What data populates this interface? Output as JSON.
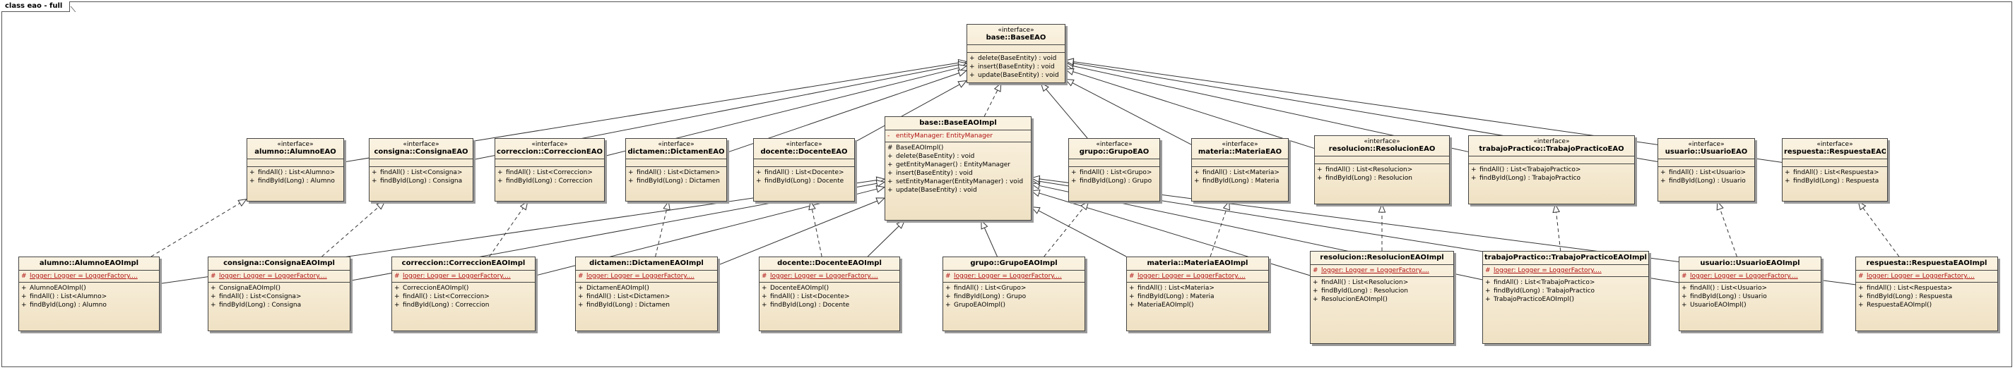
{
  "frame": {
    "label": "class eao - full"
  },
  "classes": [
    {
      "id": "baseEAO",
      "stereotype": "«interface»",
      "name": "base::BaseEAO",
      "attributes": [],
      "operations": [
        {
          "vis": "+",
          "text": "delete(BaseEntity) : void"
        },
        {
          "vis": "+",
          "text": "insert(BaseEntity) : void"
        },
        {
          "vis": "+",
          "text": "update(BaseEntity) : void"
        }
      ]
    },
    {
      "id": "baseImpl",
      "stereotype": "",
      "name": "base::BaseEAOImpl",
      "attributes": [
        {
          "vis": "-",
          "text": "entityManager:  EntityManager",
          "underline": false
        }
      ],
      "operations": [
        {
          "vis": "#",
          "text": "BaseEAOImpl()"
        },
        {
          "vis": "+",
          "text": "delete(BaseEntity) : void"
        },
        {
          "vis": "+",
          "text": "getEntityManager() : EntityManager"
        },
        {
          "vis": "+",
          "text": "insert(BaseEntity) : void"
        },
        {
          "vis": "+",
          "text": "setEntityManager(EntityManager) : void"
        },
        {
          "vis": "+",
          "text": "update(BaseEntity) : void"
        }
      ]
    },
    {
      "id": "alumnoEAO",
      "stereotype": "«interface»",
      "name": "alumno::AlumnoEAO",
      "attributes": [],
      "operations": [
        {
          "vis": "+",
          "text": "findAll() : List<Alumno>"
        },
        {
          "vis": "+",
          "text": "findById(Long) : Alumno"
        }
      ]
    },
    {
      "id": "consignaEAO",
      "stereotype": "«interface»",
      "name": "consigna::ConsignaEAO",
      "attributes": [],
      "operations": [
        {
          "vis": "+",
          "text": "findAll() : List<Consigna>"
        },
        {
          "vis": "+",
          "text": "findById(Long) : Consigna"
        }
      ]
    },
    {
      "id": "correccionEAO",
      "stereotype": "«interface»",
      "name": "correccion::CorreccionEAO",
      "attributes": [],
      "operations": [
        {
          "vis": "+",
          "text": "findAll() : List<Correccion>"
        },
        {
          "vis": "+",
          "text": "findById(Long) : Correccion"
        }
      ]
    },
    {
      "id": "dictamenEAO",
      "stereotype": "«interface»",
      "name": "dictamen::DictamenEAO",
      "attributes": [],
      "operations": [
        {
          "vis": "+",
          "text": "findAll() : List<Dictamen>"
        },
        {
          "vis": "+",
          "text": "findById(Long) : Dictamen"
        }
      ]
    },
    {
      "id": "docenteEAO",
      "stereotype": "«interface»",
      "name": "docente::DocenteEAO",
      "attributes": [],
      "operations": [
        {
          "vis": "+",
          "text": "findAll() : List<Docente>"
        },
        {
          "vis": "+",
          "text": "findById(Long) : Docente"
        }
      ]
    },
    {
      "id": "grupoEAO",
      "stereotype": "«interface»",
      "name": "grupo::GrupoEAO",
      "attributes": [],
      "operations": [
        {
          "vis": "+",
          "text": "findAll() : List<Grupo>"
        },
        {
          "vis": "+",
          "text": "findById(Long) : Grupo"
        }
      ]
    },
    {
      "id": "materiaEAO",
      "stereotype": "«interface»",
      "name": "materia::MateriaEAO",
      "attributes": [],
      "operations": [
        {
          "vis": "+",
          "text": "findAll() : List<Materia>"
        },
        {
          "vis": "+",
          "text": "findById(Long) : Materia"
        }
      ]
    },
    {
      "id": "resolucionEAO",
      "stereotype": "«interface»",
      "name": "resolucion::ResolucionEAO",
      "attributes": [],
      "operations": [
        {
          "vis": "+",
          "text": "findAll() : List<Resolucion>"
        },
        {
          "vis": "+",
          "text": "findById(Long) : Resolucion"
        }
      ]
    },
    {
      "id": "tpEAO",
      "stereotype": "«interface»",
      "name": "trabajoPractico::TrabajoPracticoEAO",
      "attributes": [],
      "operations": [
        {
          "vis": "+",
          "text": "findAll() : List<TrabajoPractico>"
        },
        {
          "vis": "+",
          "text": "findById(Long) : TrabajoPractico"
        }
      ]
    },
    {
      "id": "usuarioEAO",
      "stereotype": "«interface»",
      "name": "usuario::UsuarioEAO",
      "attributes": [],
      "operations": [
        {
          "vis": "+",
          "text": "findAll() : List<Usuario>"
        },
        {
          "vis": "+",
          "text": "findById(Long) : Usuario"
        }
      ]
    },
    {
      "id": "respuestaEAO",
      "stereotype": "«interface»",
      "name": "respuesta::RespuestaEAO",
      "attributes": [],
      "operations": [
        {
          "vis": "+",
          "text": "findAll() : List<Respuesta>"
        },
        {
          "vis": "+",
          "text": "findById(Long) : Respuesta"
        }
      ]
    },
    {
      "id": "alumnoImpl",
      "stereotype": "",
      "name": "alumno::AlumnoEAOImpl",
      "attributes": [
        {
          "vis": "#",
          "text": "logger:  Logger = LoggerFactory....",
          "underline": true
        }
      ],
      "operations": [
        {
          "vis": "+",
          "text": "AlumnoEAOImpl()"
        },
        {
          "vis": "+",
          "text": "findAll() : List<Alumno>"
        },
        {
          "vis": "+",
          "text": "findById(Long) : Alumno"
        }
      ]
    },
    {
      "id": "consignaImpl",
      "stereotype": "",
      "name": "consigna::ConsignaEAOImpl",
      "attributes": [
        {
          "vis": "#",
          "text": "logger:  Logger = LoggerFactory....",
          "underline": true
        }
      ],
      "operations": [
        {
          "vis": "+",
          "text": "ConsignaEAOImpl()"
        },
        {
          "vis": "+",
          "text": "findAll() : List<Consigna>"
        },
        {
          "vis": "+",
          "text": "findById(Long) : Consigna"
        }
      ]
    },
    {
      "id": "correccionImpl",
      "stereotype": "",
      "name": "correccion::CorreccionEAOImpl",
      "attributes": [
        {
          "vis": "#",
          "text": "logger:  Logger = LoggerFactory....",
          "underline": true
        }
      ],
      "operations": [
        {
          "vis": "+",
          "text": "CorreccionEAOImpl()"
        },
        {
          "vis": "+",
          "text": "findAll() : List<Correccion>"
        },
        {
          "vis": "+",
          "text": "findById(Long) : Correccion"
        }
      ]
    },
    {
      "id": "dictamenImpl",
      "stereotype": "",
      "name": "dictamen::DictamenEAOImpl",
      "attributes": [
        {
          "vis": "#",
          "text": "logger:  Logger = LoggerFactory....",
          "underline": true
        }
      ],
      "operations": [
        {
          "vis": "+",
          "text": "DictamenEAOImpl()"
        },
        {
          "vis": "+",
          "text": "findAll() : List<Dictamen>"
        },
        {
          "vis": "+",
          "text": "findById(Long) : Dictamen"
        }
      ]
    },
    {
      "id": "docenteImpl",
      "stereotype": "",
      "name": "docente::DocenteEAOImpl",
      "attributes": [
        {
          "vis": "#",
          "text": "logger:  Logger = LoggerFactory....",
          "underline": true
        }
      ],
      "operations": [
        {
          "vis": "+",
          "text": "DocenteEAOImpl()"
        },
        {
          "vis": "+",
          "text": "findAll() : List<Docente>"
        },
        {
          "vis": "+",
          "text": "findById(Long) : Docente"
        }
      ]
    },
    {
      "id": "grupoImpl",
      "stereotype": "",
      "name": "grupo::GrupoEAOImpl",
      "attributes": [
        {
          "vis": "#",
          "text": "logger:  Logger = LoggerFactory....",
          "underline": true
        }
      ],
      "operations": [
        {
          "vis": "+",
          "text": "findAll() : List<Grupo>"
        },
        {
          "vis": "+",
          "text": "findById(Long) : Grupo"
        },
        {
          "vis": "+",
          "text": "GrupoEAOImpl()"
        }
      ]
    },
    {
      "id": "materiaImpl",
      "stereotype": "",
      "name": "materia::MateriaEAOImpl",
      "attributes": [
        {
          "vis": "#",
          "text": "logger:  Logger = LoggerFactory....",
          "underline": true
        }
      ],
      "operations": [
        {
          "vis": "+",
          "text": "findAll() : List<Materia>"
        },
        {
          "vis": "+",
          "text": "findById(Long) : Materia"
        },
        {
          "vis": "+",
          "text": "MateriaEAOImpl()"
        }
      ]
    },
    {
      "id": "resolucionImpl",
      "stereotype": "",
      "name": "resolucion::ResolucionEAOImpl",
      "attributes": [
        {
          "vis": "#",
          "text": "logger:  Logger = LoggerFactory....",
          "underline": true
        }
      ],
      "operations": [
        {
          "vis": "+",
          "text": "findAll() : List<Resolucion>"
        },
        {
          "vis": "+",
          "text": "findById(Long) : Resolucion"
        },
        {
          "vis": "+",
          "text": "ResolucionEAOImpl()"
        }
      ]
    },
    {
      "id": "tpImpl",
      "stereotype": "",
      "name": "trabajoPractico::TrabajoPracticoEAOImpl",
      "attributes": [
        {
          "vis": "#",
          "text": "logger:  Logger = LoggerFactory....",
          "underline": true
        }
      ],
      "operations": [
        {
          "vis": "+",
          "text": "findAll() : List<TrabajoPractico>"
        },
        {
          "vis": "+",
          "text": "findById(Long) : TrabajoPractico"
        },
        {
          "vis": "+",
          "text": "TrabajoPracticoEAOImpl()"
        }
      ]
    },
    {
      "id": "usuarioImpl",
      "stereotype": "",
      "name": "usuario::UsuarioEAOImpl",
      "attributes": [
        {
          "vis": "#",
          "text": "logger:  Logger = LoggerFactory....",
          "underline": true
        }
      ],
      "operations": [
        {
          "vis": "+",
          "text": "findAll() : List<Usuario>"
        },
        {
          "vis": "+",
          "text": "findById(Long) : Usuario"
        },
        {
          "vis": "+",
          "text": "UsuarioEAOImpl()"
        }
      ]
    },
    {
      "id": "respuestaImpl",
      "stereotype": "",
      "name": "respuesta::RespuestaEAOImpl",
      "attributes": [
        {
          "vis": "#",
          "text": "logger:  Logger = LoggerFactory....",
          "underline": true
        }
      ],
      "operations": [
        {
          "vis": "+",
          "text": "findAll() : List<Respuesta>"
        },
        {
          "vis": "+",
          "text": "findById(Long) : Respuesta"
        },
        {
          "vis": "+",
          "text": "RespuestaEAOImpl()"
        }
      ]
    }
  ],
  "relations": [
    {
      "from": "alumnoEAO",
      "to": "baseEAO",
      "kind": "generalization"
    },
    {
      "from": "consignaEAO",
      "to": "baseEAO",
      "kind": "generalization"
    },
    {
      "from": "correccionEAO",
      "to": "baseEAO",
      "kind": "generalization"
    },
    {
      "from": "dictamenEAO",
      "to": "baseEAO",
      "kind": "generalization"
    },
    {
      "from": "docenteEAO",
      "to": "baseEAO",
      "kind": "generalization"
    },
    {
      "from": "grupoEAO",
      "to": "baseEAO",
      "kind": "generalization"
    },
    {
      "from": "materiaEAO",
      "to": "baseEAO",
      "kind": "generalization"
    },
    {
      "from": "resolucionEAO",
      "to": "baseEAO",
      "kind": "generalization"
    },
    {
      "from": "tpEAO",
      "to": "baseEAO",
      "kind": "generalization"
    },
    {
      "from": "usuarioEAO",
      "to": "baseEAO",
      "kind": "generalization"
    },
    {
      "from": "respuestaEAO",
      "to": "baseEAO",
      "kind": "generalization"
    },
    {
      "from": "baseImpl",
      "to": "baseEAO",
      "kind": "realization"
    },
    {
      "from": "alumnoImpl",
      "to": "baseImpl",
      "kind": "generalization"
    },
    {
      "from": "consignaImpl",
      "to": "baseImpl",
      "kind": "generalization"
    },
    {
      "from": "correccionImpl",
      "to": "baseImpl",
      "kind": "generalization"
    },
    {
      "from": "dictamenImpl",
      "to": "baseImpl",
      "kind": "generalization"
    },
    {
      "from": "docenteImpl",
      "to": "baseImpl",
      "kind": "generalization"
    },
    {
      "from": "grupoImpl",
      "to": "baseImpl",
      "kind": "generalization"
    },
    {
      "from": "materiaImpl",
      "to": "baseImpl",
      "kind": "generalization"
    },
    {
      "from": "resolucionImpl",
      "to": "baseImpl",
      "kind": "generalization"
    },
    {
      "from": "tpImpl",
      "to": "baseImpl",
      "kind": "generalization"
    },
    {
      "from": "usuarioImpl",
      "to": "baseImpl",
      "kind": "generalization"
    },
    {
      "from": "respuestaImpl",
      "to": "baseImpl",
      "kind": "generalization"
    },
    {
      "from": "alumnoImpl",
      "to": "alumnoEAO",
      "kind": "realization"
    },
    {
      "from": "consignaImpl",
      "to": "consignaEAO",
      "kind": "realization"
    },
    {
      "from": "correccionImpl",
      "to": "correccionEAO",
      "kind": "realization"
    },
    {
      "from": "dictamenImpl",
      "to": "dictamenEAO",
      "kind": "realization"
    },
    {
      "from": "docenteImpl",
      "to": "docenteEAO",
      "kind": "realization"
    },
    {
      "from": "grupoImpl",
      "to": "grupoEAO",
      "kind": "realization"
    },
    {
      "from": "materiaImpl",
      "to": "materiaEAO",
      "kind": "realization"
    },
    {
      "from": "resolucionImpl",
      "to": "resolucionEAO",
      "kind": "realization"
    },
    {
      "from": "tpImpl",
      "to": "tpEAO",
      "kind": "realization"
    },
    {
      "from": "usuarioImpl",
      "to": "usuarioEAO",
      "kind": "realization"
    },
    {
      "from": "respuestaImpl",
      "to": "respuestaEAO",
      "kind": "realization"
    }
  ]
}
